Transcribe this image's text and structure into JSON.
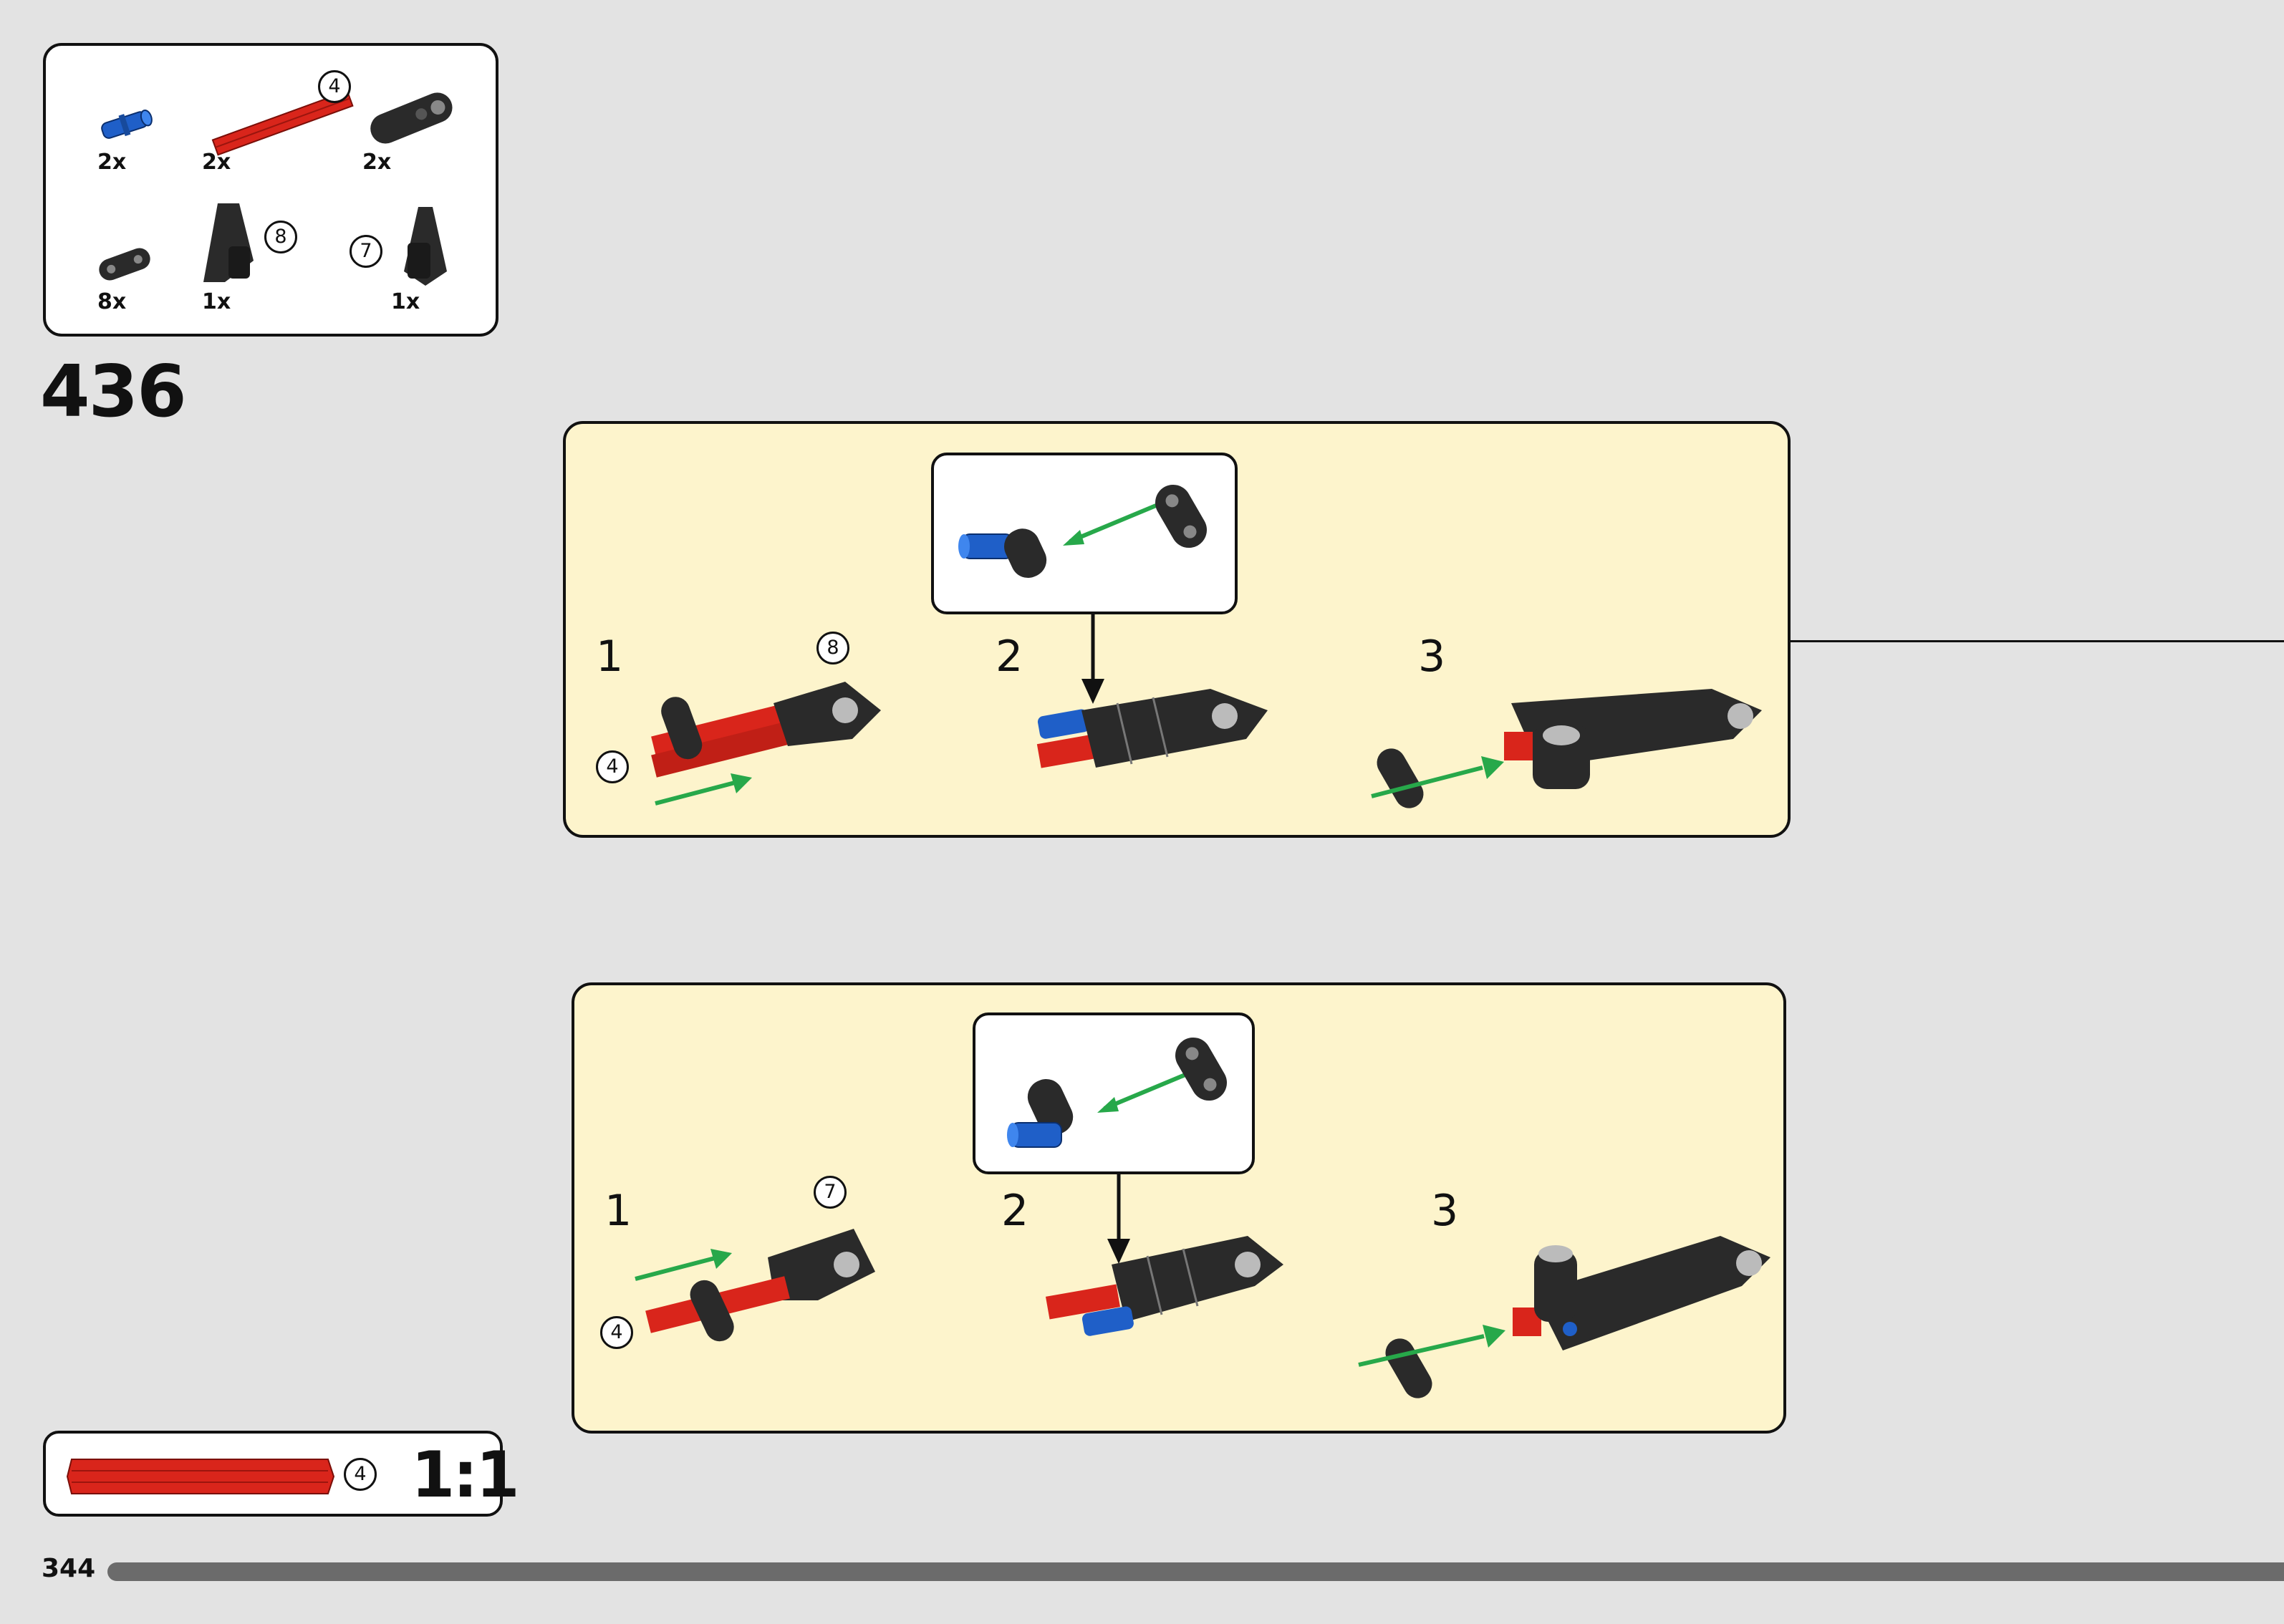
{
  "parts_list": {
    "items": [
      {
        "name": "blue-pin",
        "qty": "2x"
      },
      {
        "name": "red-axle",
        "qty": "2x",
        "length": "4"
      },
      {
        "name": "dark-beam",
        "qty": "2x"
      },
      {
        "name": "small-beam",
        "qty": "8x"
      },
      {
        "name": "panel-left",
        "qty": "1x",
        "number": "8"
      },
      {
        "name": "panel-right",
        "qty": "1x",
        "number": "7"
      }
    ]
  },
  "step_number": "436",
  "upper_panel": {
    "substeps": [
      "1",
      "2",
      "3"
    ],
    "callouts": {
      "panel": "8",
      "axle": "4"
    }
  },
  "lower_panel": {
    "substeps": [
      "1",
      "2",
      "3"
    ],
    "callouts": {
      "panel": "7",
      "axle": "4"
    }
  },
  "ruler": {
    "length": "4",
    "scale": "1:1"
  },
  "page_number": "344",
  "colors": {
    "background": "#e3e3e3",
    "panel_fill": "#fdf4cc",
    "axle_red": "#d9251b",
    "pin_blue": "#1f5fc8",
    "part_dark": "#2a2a2a",
    "arrow_green": "#27a84a",
    "progress": "#6b6b6b"
  }
}
